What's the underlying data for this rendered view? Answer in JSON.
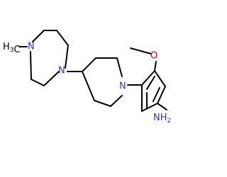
{
  "molecule": {
    "atoms": {
      "methyl": "H3C",
      "n_methyl": "N",
      "n_piperazine": "N",
      "n_piperidine": "N",
      "methoxy_o": "O",
      "amine": "NH2"
    },
    "colors": {
      "nitrogen": "#3333cc",
      "oxygen": "#cc0000",
      "carbon": "#000000",
      "bond": "#000000"
    }
  }
}
